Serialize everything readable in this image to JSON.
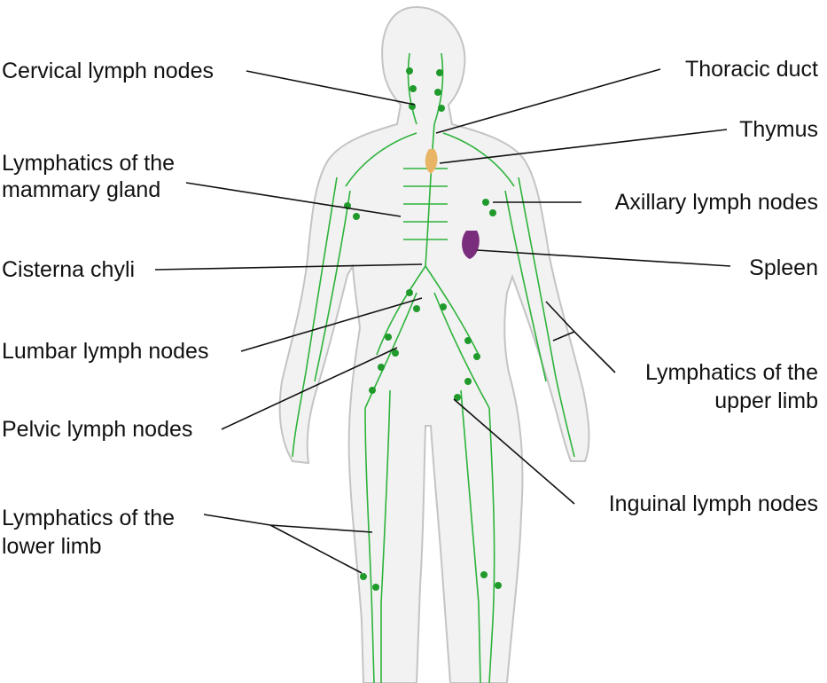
{
  "labels": {
    "cervical": "Cervical lymph nodes",
    "mammary_1": "Lymphatics of the",
    "mammary_2": "mammary gland",
    "cisterna": "Cisterna chyli",
    "lumbar": "Lumbar lymph nodes",
    "pelvic": "Pelvic lymph nodes",
    "lower_1": "Lymphatics of the",
    "lower_2": "lower limb",
    "thoracic": "Thoracic duct",
    "thymus": "Thymus",
    "axillary": "Axillary lymph nodes",
    "spleen": "Spleen",
    "upper_1": "Lymphatics of the",
    "upper_2": "upper limb",
    "inguinal": "Inguinal lymph nodes"
  },
  "colors": {
    "body_fill": "#ececec",
    "body_outline": "#c4c4c4",
    "lymph": "#2db33a",
    "node": "#1f9a2b",
    "thymus": "#e8b566",
    "spleen": "#7a2d7d",
    "leader": "#111111"
  }
}
